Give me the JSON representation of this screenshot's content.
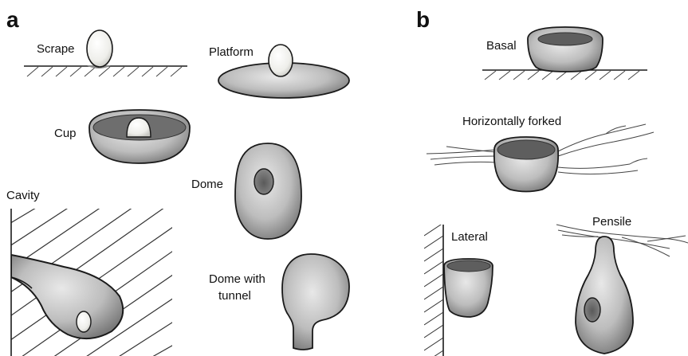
{
  "panels": {
    "a": {
      "letter": "a",
      "labels": {
        "scrape": "Scrape",
        "platform": "Platform",
        "cup": "Cup",
        "dome": "Dome",
        "cavity": "Cavity",
        "dome_with_tunnel_line1": "Dome with",
        "dome_with_tunnel_line2": "tunnel"
      }
    },
    "b": {
      "letter": "b",
      "labels": {
        "basal": "Basal",
        "horizontally_forked": "Horizontally forked",
        "lateral": "Lateral",
        "pensile": "Pensile"
      }
    }
  },
  "colors": {
    "outline": "#1a1a1a",
    "nest_light": "#e4e4e4",
    "nest_mid": "#b5b5b5",
    "nest_dark": "#6a6a6a",
    "egg": "#f4f4f2",
    "hole": "#4a4a4a",
    "hatch": "#333333"
  }
}
